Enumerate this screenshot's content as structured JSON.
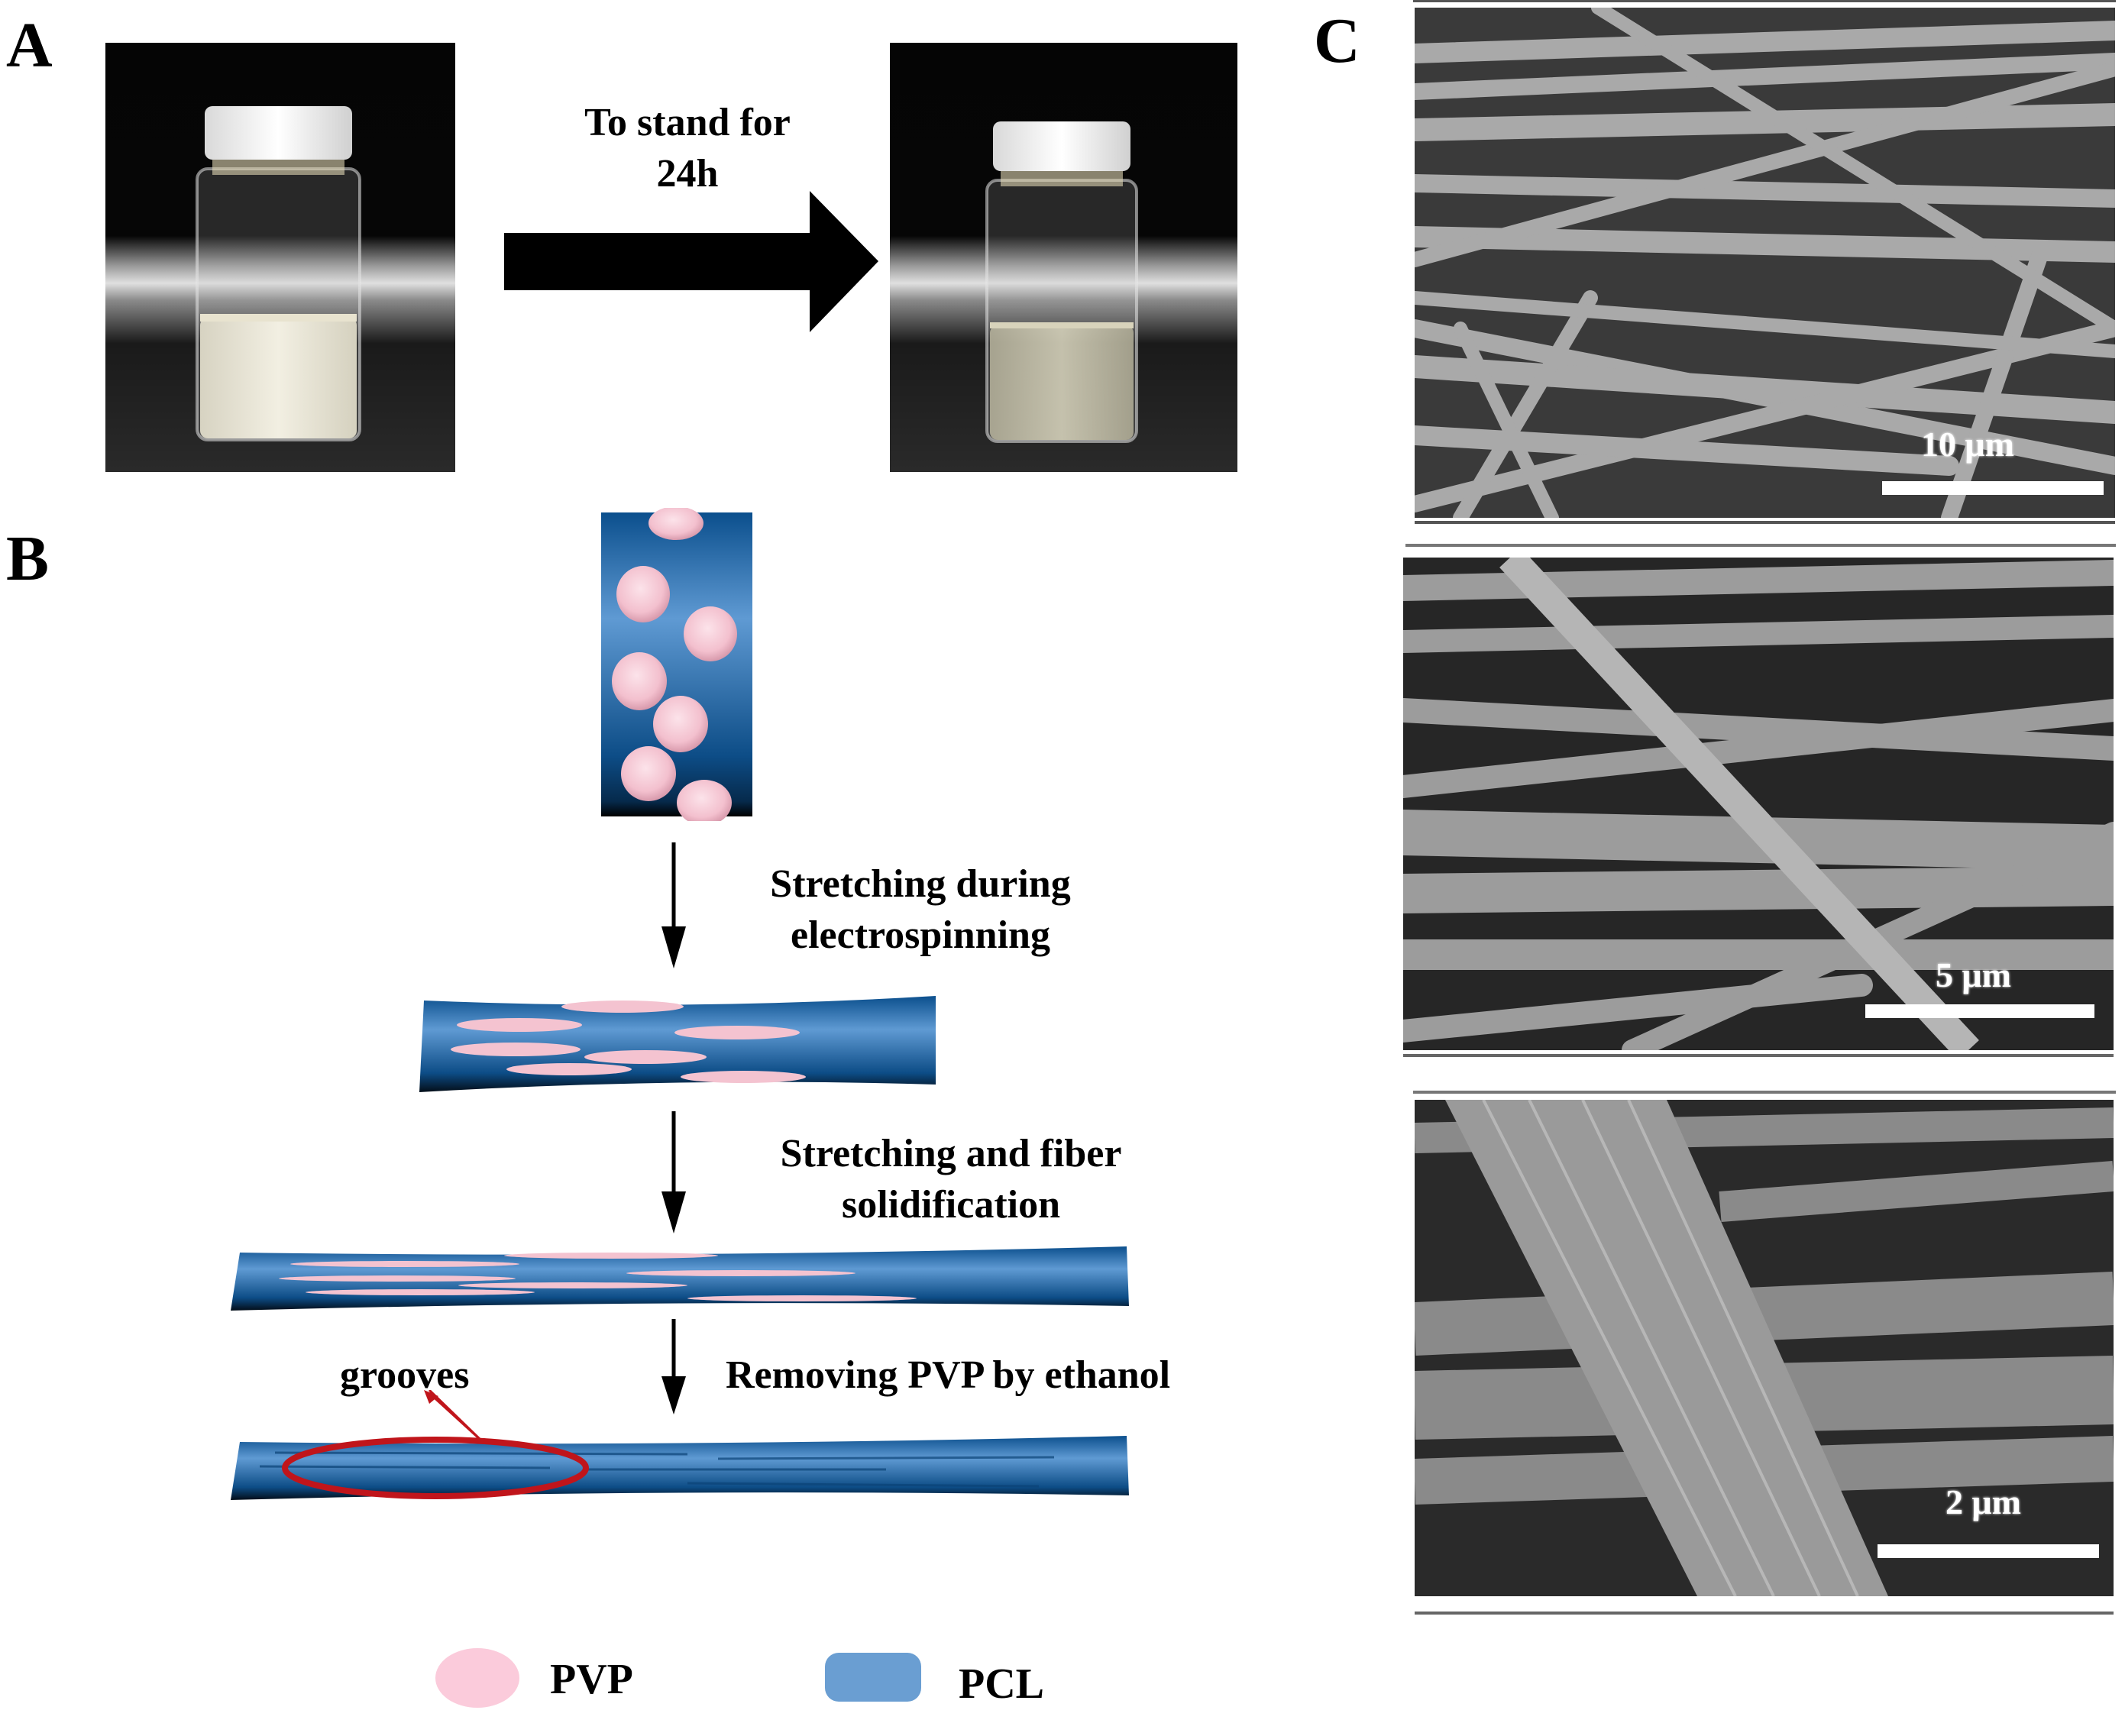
{
  "figure": {
    "panels": {
      "A": {
        "label": "A",
        "arrow_text_line1": "To stand for",
        "arrow_text_line2": "24h",
        "photos": [
          {
            "name": "vial-before",
            "description": "cloudy emulsion in glass vial"
          },
          {
            "name": "vial-after",
            "description": "clearer solution after standing 24h"
          }
        ]
      },
      "B": {
        "label": "B",
        "steps": [
          {
            "caption_line1": "Stretching during",
            "caption_line2": "electrospinning"
          },
          {
            "caption_line1": "Stretching and fiber",
            "caption_line2": "solidification"
          },
          {
            "caption_line1": "Removing PVP by ethanol",
            "caption_line2": ""
          }
        ],
        "annotation": "grooves",
        "legend": [
          {
            "label": "PVP",
            "color": "#f9c9d9"
          },
          {
            "label": "PCL",
            "color": "#6a9ed2"
          }
        ],
        "colors": {
          "fiber_dark": "#0d4f8a",
          "fiber_light": "#6aa3d8",
          "pvp": "#f4c3d0",
          "highlight_ring": "#c0151b"
        }
      },
      "C": {
        "label": "C",
        "sem_images": [
          {
            "scale_label": "10 μm"
          },
          {
            "scale_label": "5 μm"
          },
          {
            "scale_label": "2 μm"
          }
        ]
      }
    }
  }
}
